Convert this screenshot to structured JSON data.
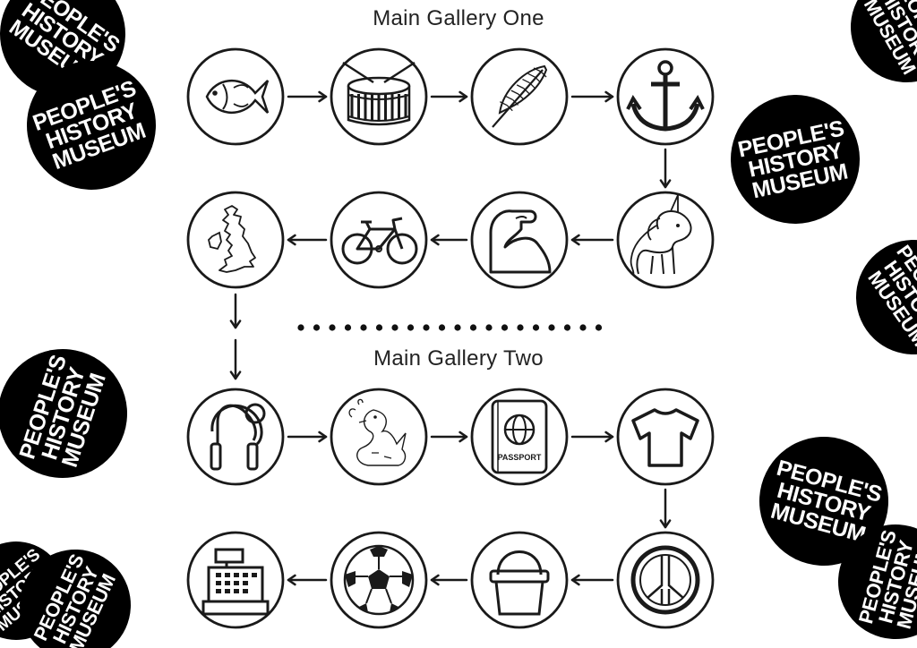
{
  "galleries": [
    {
      "title": "Main Gallery One",
      "rows": [
        {
          "direction": "right",
          "items": [
            "fish-icon",
            "drum-icon",
            "feather-icon",
            "anchor-icon"
          ]
        },
        {
          "direction": "left",
          "items": [
            "unicorn-icon",
            "flexed-arm-icon",
            "bicycle-icon",
            "britain-map-icon"
          ]
        }
      ]
    },
    {
      "title": "Main Gallery Two",
      "rows": [
        {
          "direction": "right",
          "items": [
            "skipping-rope-icon",
            "dragon-icon",
            "passport-icon",
            "tshirt-icon"
          ]
        },
        {
          "direction": "left",
          "items": [
            "peace-sign-icon",
            "bucket-icon",
            "football-icon",
            "cash-register-icon"
          ]
        }
      ]
    }
  ],
  "passport_label": "PASSPORT",
  "logo": {
    "lines": [
      "PEOPLE'S",
      "HISTORY",
      "MUSEUM"
    ],
    "fill": "#000000",
    "text_color": "#ffffff"
  },
  "colors": {
    "stroke": "#1a1a1a",
    "background": "#ffffff"
  }
}
